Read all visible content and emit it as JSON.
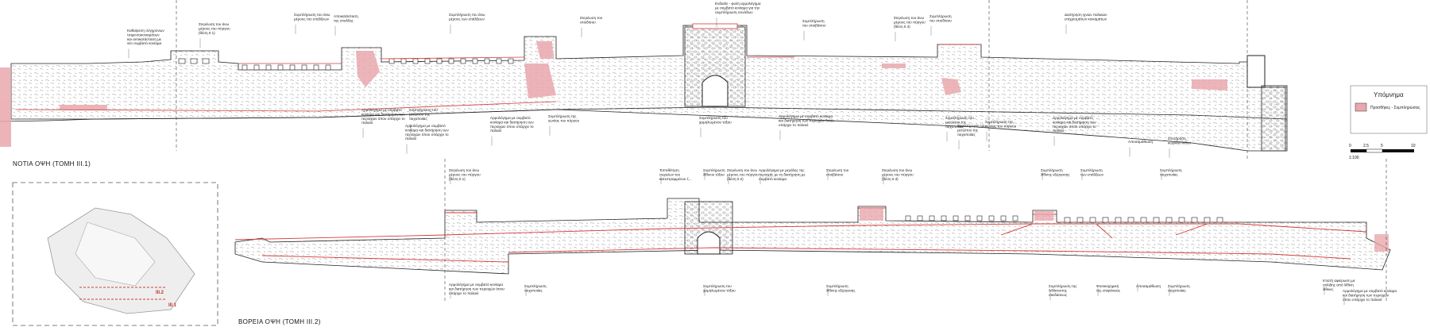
{
  "sections": {
    "south_title": "ΝΟΤΙΑ ΟΨΗ (ΤΟΜΗ ΙΙΙ.1)",
    "north_title": "ΒΟΡΕΙΑ ΟΨΗ (ΤΟΜΗ ΙΙΙ.2)"
  },
  "legend": {
    "title": "Υπόμνημα",
    "item_label": "Προσθήκες - Συμπληρώσεις",
    "swatch_color": "#e9a8ad"
  },
  "scale": {
    "ticks": [
      "0",
      "2.5",
      "5",
      "10"
    ],
    "ratio": "1:100"
  },
  "key_plan": {
    "labels": [
      "ΙΙΙ.2",
      "ΙΙΙ.1"
    ]
  },
  "south_notes": [
    {
      "id": "s1",
      "lines": [
        "Καθαίρεση σύγχρονων",
        "τσιμεντοκονιαμάτων",
        "και αντικατάσταση με",
        "νέο συμβατό κονίαμα"
      ]
    },
    {
      "id": "s2",
      "lines": [
        "Στερέωση του άνω",
        "μέρους του πύργου",
        "(θέση ΙΙ.1)"
      ]
    },
    {
      "id": "s3",
      "lines": [
        "Συμπλήρωση του άνω",
        "μέρους του επάλξεων"
      ]
    },
    {
      "id": "s4",
      "lines": [
        "Αποκατάσταση",
        "της επαλξης"
      ]
    },
    {
      "id": "s5",
      "lines": [
        "Συμπλήρωση του άνω",
        "μέρους των επάλξεων"
      ]
    },
    {
      "id": "s6",
      "lines": [
        "Στερέωση του",
        "στοιδίσου"
      ]
    },
    {
      "id": "s7",
      "lines": [
        "Ενδιαίτε - φυλή αρμολόγημα",
        "με συμβατό κονίαμα για την",
        "συμπλήρωση συνόδων"
      ]
    },
    {
      "id": "s8",
      "lines": [
        "Συμπλήρωση",
        "του στοιβάσου"
      ]
    },
    {
      "id": "s9",
      "lines": [
        "Στερέωση του άνω",
        "μέρους του πύργου",
        "(θέση ΙΙ.4)"
      ]
    },
    {
      "id": "s10",
      "lines": [
        "Συμπλήρωση",
        "του στοιδίσου"
      ]
    },
    {
      "id": "s11",
      "lines": [
        "Διατήρηση ιχνών παλαιών",
        "επιχρισμάτων κονιαμάτων"
      ]
    },
    {
      "id": "s12",
      "lines": [
        "Συμπλήρωση του",
        "μετώπου της",
        "τοιχοποιίας"
      ]
    },
    {
      "id": "s13",
      "lines": [
        "Αρμολόγημα με συμβατό",
        "κονίαμα και διατήρηση των",
        "περιοχών όπου υπάρχει το",
        "παλαιό"
      ]
    },
    {
      "id": "s14",
      "lines": [
        "Συμπλήρωση του",
        "μετώπου της",
        "τοιχοποιίας"
      ]
    },
    {
      "id": "s15",
      "lines": [
        "Αρμολόγημα με συμβατό",
        "κονίαμα και διατήρηση των",
        "περιοχών όπου υπάρχει το",
        "παλαιό"
      ]
    },
    {
      "id": "s16",
      "lines": [
        "Αρμολόγημα με συμβατό",
        "κονίαμα και διατήρηση των",
        "περιοχών όπου υπάρχει το",
        "παλαιό"
      ]
    },
    {
      "id": "s17",
      "lines": [
        "Συμπλήρωση της",
        "γωνίας του πύργου"
      ]
    },
    {
      "id": "s18",
      "lines": [
        "Συμπλήρωση του",
        "χαμηλωμένου τόξου"
      ]
    },
    {
      "id": "s19",
      "lines": [
        "Αρμολόγημα με συμβατό κονίαμα",
        "και διατήρηση των περιοχών όπου",
        "υπάρχει το παλαιό"
      ]
    },
    {
      "id": "s20",
      "lines": [
        "Συμπλήρωση του",
        "μετώπου της",
        "τοιχοποιίας"
      ]
    },
    {
      "id": "s21",
      "lines": [
        "Συμπλήρωση της",
        "γωνίας του πύργου"
      ]
    },
    {
      "id": "s22",
      "lines": [
        "Αρμολόγημα με συμβατό",
        "κονίαμα και διατήρηση των",
        "περιοχών όπου υπάρχει το",
        "παλαιό"
      ]
    },
    {
      "id": "s23",
      "lines": [
        "Αποσαμάθωση"
      ]
    },
    {
      "id": "s24",
      "lines": [
        "Συντήρηση",
        "κωρικού λίθου"
      ]
    }
  ],
  "north_notes": [
    {
      "id": "n1",
      "lines": [
        "Στερέωση του άνω",
        "μέρους του πύργου",
        "(θέση ΙΙ.1)"
      ]
    },
    {
      "id": "n2",
      "lines": [
        "Τοποθέτηση",
        "σωρείων του",
        "κατεστραμμένου ζ..."
      ]
    },
    {
      "id": "n3",
      "lines": [
        "Συμπλήρωση",
        "λίθινου τόξου"
      ]
    },
    {
      "id": "n4",
      "lines": [
        "Στερέωση του άνω",
        "μέρους του πύργου",
        "(θέση ΙΙ.2)"
      ]
    },
    {
      "id": "n5",
      "lines": [
        "Αρμολόγημα με μεγάλης της",
        "περιοχής με τη διατήρηση με",
        "συμβατό κονίαμα"
      ]
    },
    {
      "id": "n6",
      "lines": [
        "Στερέωση του",
        "στοιβάσου"
      ]
    },
    {
      "id": "n7",
      "lines": [
        "Στερέωση του άνω",
        "μέρους του πύργου",
        "(θέση ΙΙ.3)"
      ]
    },
    {
      "id": "n8",
      "lines": [
        "Συμπλήρωση",
        "λίθινης εξέργασης"
      ]
    },
    {
      "id": "n9",
      "lines": [
        "Συμπλήρωση",
        "των επάλξεων"
      ]
    },
    {
      "id": "n10",
      "lines": [
        "Συμπλήρωση",
        "τοιχοποιίας"
      ]
    },
    {
      "id": "n11",
      "lines": [
        "Αρμολόγημα με συμβατό κονίαμα",
        "και διατήρηση των περιοχών όπου",
        "υπάρχει το παλαιό"
      ]
    },
    {
      "id": "n12",
      "lines": [
        "Συμπλήρωση",
        "τοιχοποιίας"
      ]
    },
    {
      "id": "n13",
      "lines": [
        "Συμπλήρωση του",
        "χαμηλωμένου τόξου"
      ]
    },
    {
      "id": "n14",
      "lines": [
        "Συμπλήρωση",
        "λίθινης εξέργασης"
      ]
    },
    {
      "id": "n15",
      "lines": [
        "Συμπλήρωση της",
        "λιθόκτιστης",
        "σκεδάσεως"
      ]
    },
    {
      "id": "n16",
      "lines": [
        "Φυσικοχημική",
        "της επιφάνειας"
      ]
    },
    {
      "id": "n17",
      "lines": [
        "Αποσαμάθωση"
      ]
    },
    {
      "id": "n18",
      "lines": [
        "Συμπλήρωση",
        "τοιχοποιίας"
      ]
    },
    {
      "id": "n19",
      "lines": [
        "Κτιστή αφιέρωση με",
        "σόλιδης από λίθινη",
        "λίθινες"
      ]
    },
    {
      "id": "n20",
      "lines": [
        "Αρμολόγημα με συμβατό κονίαμα",
        "και διατήρηση των περιοχών",
        "όπου υπάρχει το παλαιό"
      ]
    }
  ],
  "colors": {
    "accent_red": "#d33a3a",
    "fill_pink": "#e9a8ad",
    "wall_outline": "#222222",
    "texture": "#8a8a8a"
  }
}
